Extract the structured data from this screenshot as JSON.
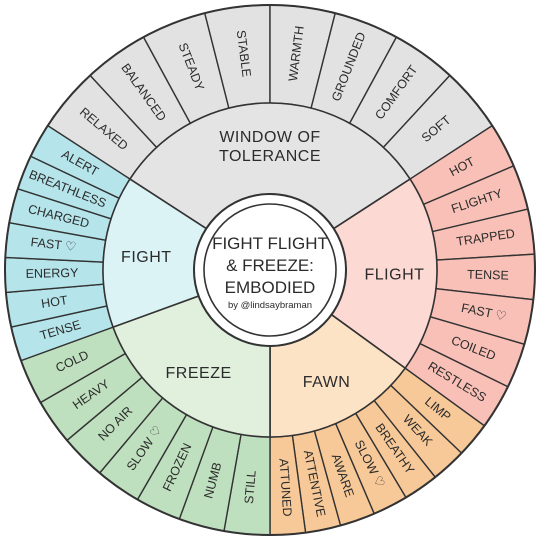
{
  "center": {
    "title_lines": [
      "FIGHT FLIGHT",
      "& FREEZE:",
      "EMBODIED"
    ],
    "credit": "by @lindsaybraman"
  },
  "categories": [
    {
      "label_lines": [
        "WINDOW OF",
        "TOLERANCE"
      ],
      "inner_color": "#e4e4e4",
      "outer_color": "#e2e2e2",
      "items": [
        "RELAXED",
        "BALANCED",
        "STEADY",
        "STABLE",
        "WARMTH",
        "GROUNDED",
        "COMFORT",
        "SOFT"
      ]
    },
    {
      "label_lines": [
        "FLIGHT"
      ],
      "inner_color": "#fdd9d3",
      "outer_color": "#f8c0b6",
      "items": [
        "HOT",
        "FLIGHTY",
        "TRAPPED",
        "TENSE",
        "FAST ♡",
        "COILED",
        "RESTLESS"
      ]
    },
    {
      "label_lines": [
        "FAWN"
      ],
      "inner_color": "#fde3c6",
      "outer_color": "#f8c998",
      "items": [
        "LIMP",
        "WEAK",
        "BREATHY",
        "SLOW ♡",
        "AWARE",
        "ATTENTIVE",
        "ATTUNED"
      ]
    },
    {
      "label_lines": [
        "FREEZE"
      ],
      "inner_color": "#e0f0dd",
      "outer_color": "#bfe0be",
      "items": [
        "STILL",
        "NUMB",
        "FROZEN",
        "SLOW ♡",
        "NO AIR",
        "HEAVY",
        "COLD"
      ]
    },
    {
      "label_lines": [
        "FIGHT"
      ],
      "inner_color": "#dcf3f5",
      "outer_color": "#b5e5eb",
      "items": [
        "TENSE",
        "HOT",
        "ENERGY",
        "FAST ♡",
        "CHARGED",
        "BREATHLESS",
        "ALERT"
      ]
    }
  ]
}
